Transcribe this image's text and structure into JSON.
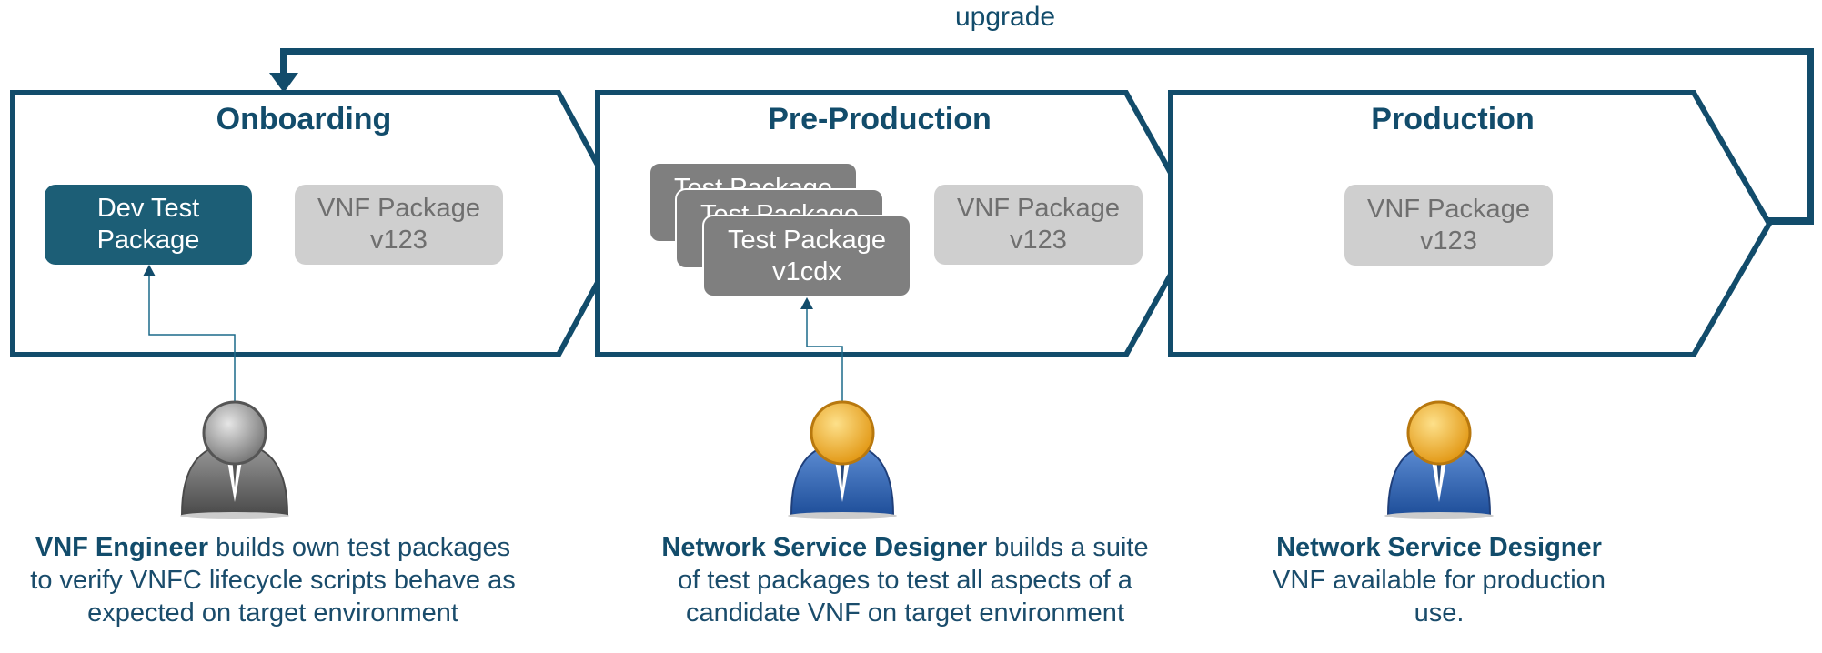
{
  "upgrade_label": "upgrade",
  "stages": [
    {
      "title": "Onboarding"
    },
    {
      "title": "Pre-Production"
    },
    {
      "title": "Production"
    }
  ],
  "packages": {
    "dev_test": {
      "line1": "Dev Test",
      "line2": "Package"
    },
    "vnf": {
      "line1": "VNF Package",
      "line2": "v123"
    },
    "test_back": {
      "line1": "Test Package"
    },
    "test_front": {
      "line1": "Test Package",
      "line2": "v1cdx"
    }
  },
  "actors": [
    {
      "role": "VNF Engineer",
      "text_1": " builds own test packages",
      "text_2": "to verify VNFC lifecycle scripts behave as",
      "text_3": "expected on target environment"
    },
    {
      "role": "Network Service Designer",
      "text_1": " builds a suite",
      "text_2": "of test packages to test all aspects of a",
      "text_3": "candidate VNF on target environment"
    },
    {
      "role": "Network Service Designer",
      "text_1": "VNF available for production",
      "text_2": "use."
    }
  ],
  "colors": {
    "frame": "#124c6b",
    "dev_package": "#1c5e76",
    "vnf_package": "#cfcfcf",
    "test_package": "#7f7f7f",
    "connector": "#1c6a8a"
  }
}
